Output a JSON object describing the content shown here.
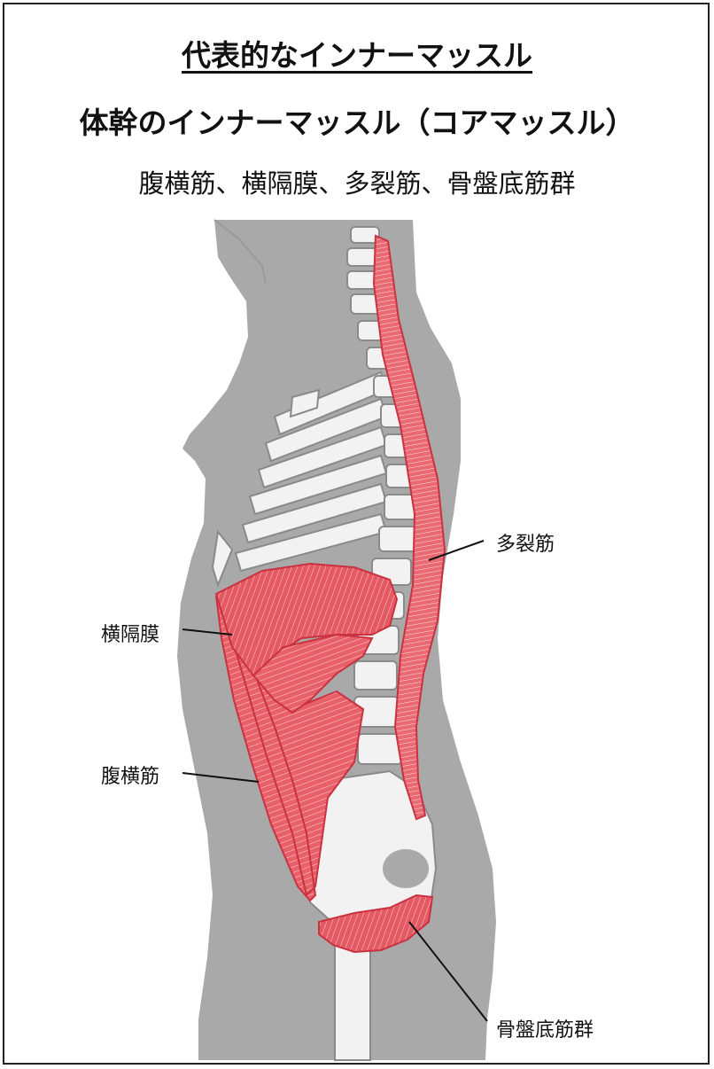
{
  "header": {
    "title": "代表的なインナーマッスル",
    "subtitle": "体幹のインナーマッスル（コアマッスル）",
    "muscle_list": "腹横筋、横隔膜、多裂筋、骨盤底筋群"
  },
  "labels": {
    "multifidus": "多裂筋",
    "diaphragm": "横隔膜",
    "transversus_abdominis": "腹横筋",
    "pelvic_floor": "骨盤底筋群"
  },
  "colors": {
    "silhouette": "#a9a9a9",
    "bone": "#f2f2f2",
    "bone_outline": "#8a8a8a",
    "muscle": "#e8606a",
    "muscle_outline": "#c9323f",
    "leader": "#111111"
  }
}
